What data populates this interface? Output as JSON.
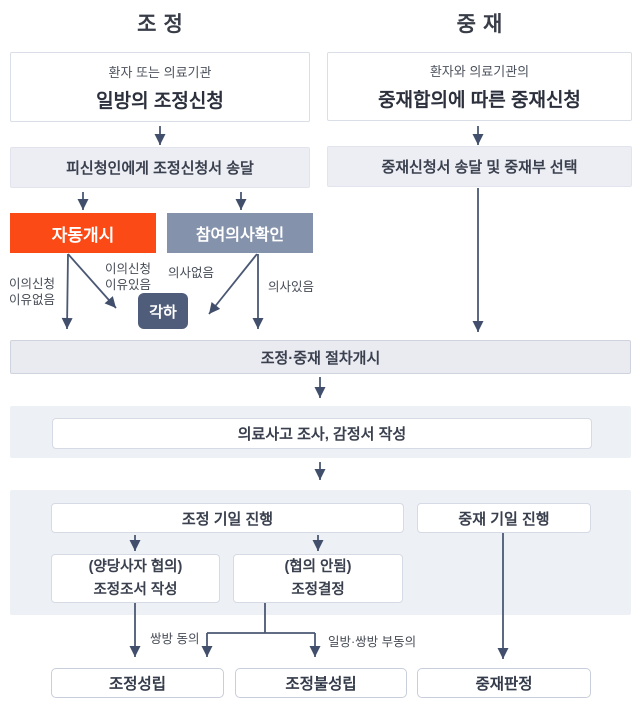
{
  "colors": {
    "accent_orange": "#FB4A15",
    "slate": "#8492AC",
    "dark_slate": "#505D7A",
    "arrow": "#4B5874",
    "band_bg": "#EDF0F5",
    "gray_box_bg": "#ECEEF4"
  },
  "titles": {
    "left": "조정",
    "right": "중재"
  },
  "nodes": {
    "left_start": {
      "line1": "환자 또는 의료기관",
      "line2": "일방의 조정신청"
    },
    "right_start": {
      "line1": "환자와 의료기관의",
      "line2": "중재합의에 따른 중재신청"
    },
    "left_serve": {
      "label": "피신청인에게 조정신청서 송달"
    },
    "right_serve": {
      "label": "중재신청서 송달 및 중재부 선택"
    },
    "auto_start": {
      "label": "자동개시"
    },
    "intent_check": {
      "label": "참여의사확인"
    },
    "dismiss": {
      "label": "각하"
    },
    "procedure_start": {
      "label": "조정·중재 절차개시"
    },
    "investigation": {
      "label": "의료사고 조사, 감정서 작성"
    },
    "mediation_session": {
      "label": "조정 기일 진행"
    },
    "arbitration_session": {
      "label": "중재 기일 진행"
    },
    "agreed": {
      "line1": "(양당사자 협의)",
      "line2": "조정조서 작성"
    },
    "not_agreed": {
      "line1": "(협의 안됨)",
      "line2": "조정결정"
    },
    "mediation_established": {
      "label": "조정성립"
    },
    "mediation_failed": {
      "label": "조정불성립"
    },
    "arbitration_award": {
      "label": "중재판정"
    }
  },
  "edge_labels": {
    "objection_no_reason": "이의신청\n이유없음",
    "objection_with_reason": "이의신청\n이유있음",
    "no_intent": "의사없음",
    "has_intent": "의사있음",
    "both_agree": "쌍방 동의",
    "disagree": "일방·쌍방 부동의"
  }
}
